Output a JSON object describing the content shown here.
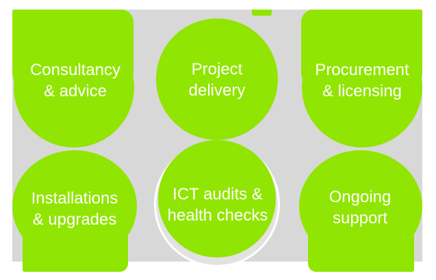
{
  "palette": {
    "green": "#91e502",
    "backdrop_gray": "#d8d8d8",
    "halo_gray": "#e2e2e2",
    "ring_white": "#ffffff",
    "text_white": "#ffffff"
  },
  "bubbles": [
    {
      "id": "consultancy-advice",
      "line1": "Consultancy",
      "line2": "& advice"
    },
    {
      "id": "project-delivery",
      "line1": "Project",
      "line2": "delivery"
    },
    {
      "id": "procurement-licensing",
      "line1": "Procurement",
      "line2": "& licensing"
    },
    {
      "id": "installations-upgrades",
      "line1": "Installations",
      "line2": "& upgrades"
    },
    {
      "id": "ict-audits",
      "line1": "ICT audits &",
      "line2": "health checks"
    },
    {
      "id": "ongoing-support",
      "line1": "Ongoing",
      "line2": "support"
    }
  ]
}
